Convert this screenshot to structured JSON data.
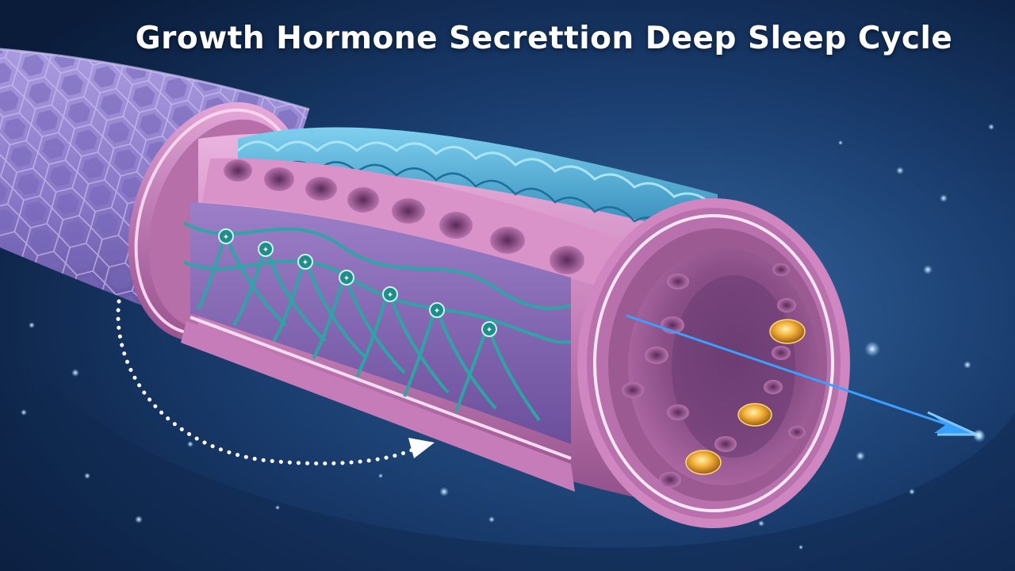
{
  "title": "Growth Hormone Secrettion Deep Sleep Cycle",
  "colors": {
    "background_deep": "#0d2244",
    "background_glow": "#2b5a8f",
    "tube_outer": "#d48cc4",
    "tube_inner": "#8e4c86",
    "cell_layer": "#4aa6d0",
    "fibers": "#2aa9a4",
    "gold_particles": "#f0a52a",
    "arrow": "#3aa0ff"
  },
  "icons": [
    "dotted-cycle-arrow",
    "blue-flow-arrow",
    "star-node"
  ]
}
